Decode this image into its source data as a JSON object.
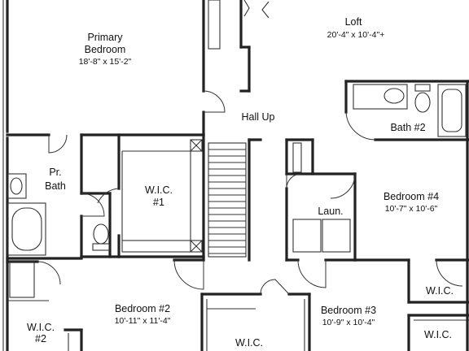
{
  "rooms": {
    "primary_bedroom": {
      "line1": "Primary",
      "line2": "Bedroom",
      "dims": "18'-8\" x 15'-2\""
    },
    "loft": {
      "name": "Loft",
      "dims": "20'-4\" x 10'-4\"+"
    },
    "hall_up": {
      "name": "Hall Up"
    },
    "bath2": {
      "name": "Bath #2"
    },
    "pr_bath": {
      "line1": "Pr.",
      "line2": "Bath"
    },
    "wic1": {
      "line1": "W.I.C.",
      "line2": "#1"
    },
    "bedroom4": {
      "name": "Bedroom #4",
      "dims": "10'-7\" x 10'-6\""
    },
    "laundry": {
      "name": "Laun."
    },
    "bedroom2": {
      "name": "Bedroom #2",
      "dims": "10'-11\" x 11'-4\""
    },
    "bedroom3": {
      "name": "Bedroom #3",
      "dims": "10'-9\" x 10'-4\""
    },
    "wic2": {
      "line1": "W.I.C.",
      "line2": "#2"
    },
    "wic_center": {
      "name": "W.I.C."
    },
    "wic_right": {
      "name": "W.I.C."
    },
    "wic_right_lower": {
      "name": "W.I.C."
    }
  }
}
